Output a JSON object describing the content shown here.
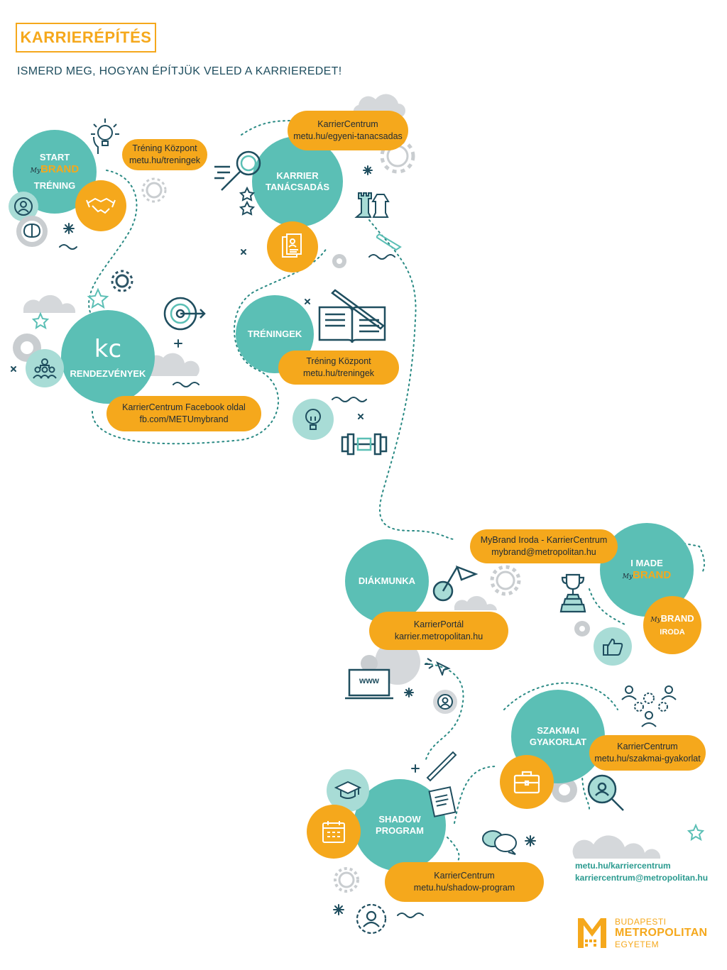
{
  "header": {
    "title": "KARRIERÉPÍTÉS",
    "subtitle": "ISMERD MEG, HOGYAN ÉPÍTJÜK VELED A KARRIEREDET!"
  },
  "nodes": {
    "start": {
      "line1": "START",
      "brand_my": "My",
      "brand": "BRAND",
      "line2": "TRÉNING"
    },
    "karrier": {
      "line1": "KARRIER",
      "line2": "TANÁCSADÁS"
    },
    "rendezvenyek": {
      "label": "RENDEZVÉNYEK",
      "logo": "kc"
    },
    "treningek": {
      "label": "TRÉNINGEK"
    },
    "diakmunka": {
      "label": "DIÁKMUNKA"
    },
    "imade": {
      "line1": "I MADE",
      "brand_my": "My",
      "brand": "BRAND"
    },
    "irodabadge": {
      "brand_my": "My",
      "brand": "BRAND",
      "line2": "IRODA"
    },
    "szakmai": {
      "line1": "SZAKMAI",
      "line2": "GYAKORLAT"
    },
    "shadow": {
      "line1": "SHADOW",
      "line2": "PROGRAM"
    }
  },
  "pills": {
    "p1": {
      "line1": "Tréning Központ",
      "line2": "metu.hu/treningek"
    },
    "p2": {
      "line1": "KarrierCentrum",
      "line2": "metu.hu/egyeni-tanacsadas"
    },
    "p3": {
      "line1": "Tréning Központ",
      "line2": "metu.hu/treningek"
    },
    "p4": {
      "line1": "KarrierCentrum Facebook oldal",
      "line2": "fb.com/METUmybrand"
    },
    "p5": {
      "line1": "MyBrand Iroda - KarrierCentrum",
      "line2": "mybrand@metropolitan.hu"
    },
    "p6": {
      "line1": "KarrierPortál",
      "line2": "karrier.metropolitan.hu"
    },
    "p7": {
      "line1": "KarrierCentrum",
      "line2": "metu.hu/szakmai-gyakorlat"
    },
    "p8": {
      "line1": "KarrierCentrum",
      "line2": "metu.hu/shadow-program"
    }
  },
  "icons": {
    "www_label": "www"
  },
  "contact": {
    "line1": "metu.hu/karriercentrum",
    "line2": "karriercentrum@metropolitan.hu"
  },
  "logo": {
    "line1": "BUDAPESTI",
    "line2": "METROPOLITAN",
    "line3": "EGYETEM"
  },
  "colors": {
    "teal": "#5bbfb5",
    "orange": "#f5a81c",
    "navy": "#1f4e5f",
    "gray": "#cfd3d6"
  }
}
